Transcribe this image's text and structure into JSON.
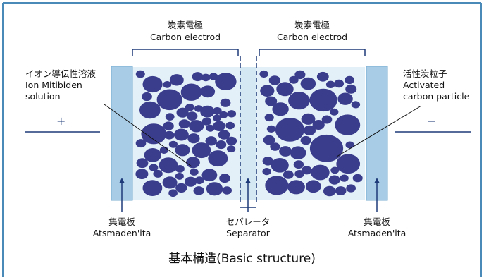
{
  "labels": {
    "carbon_left_jp": "炭素電極",
    "carbon_left_en": "Carbon electrod",
    "carbon_right_jp": "炭素電極",
    "carbon_right_en": "Carbon electrod",
    "electrolyte_jp": "イオン導伝性溶液",
    "electrolyte_en1": "Ion Mitibiden",
    "electrolyte_en2": "solution",
    "particle_jp": "活性炭粒子",
    "particle_en1": "Activated",
    "particle_en2": "carbon particle",
    "plus": "+",
    "minus": "−",
    "collector_left_jp": "集電板",
    "collector_left_en": "Atsmaden'ita",
    "separator_jp": "セパレータ",
    "separator_en": "Separator",
    "collector_right_jp": "集電板",
    "collector_right_en": "Atsmaden'ita"
  },
  "caption": "基本構造(Basic structure)",
  "colors": {
    "frame": "#4a8ab8",
    "particle": "#3a3c8c",
    "collector": "#a8cce6",
    "electrolyte": "#e4f0f8",
    "line": "#1e3a78"
  }
}
